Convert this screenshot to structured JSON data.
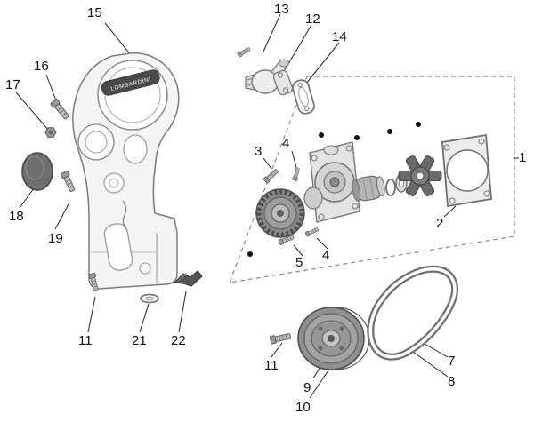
{
  "diagram": {
    "brand_label": "LOMBARDINI",
    "callouts": [
      {
        "label": "15"
      },
      {
        "label": "13"
      },
      {
        "label": "12"
      },
      {
        "label": "14"
      },
      {
        "label": "16"
      },
      {
        "label": "17"
      },
      {
        "label": "1"
      },
      {
        "label": "3"
      },
      {
        "label": "4"
      },
      {
        "label": "2"
      },
      {
        "label": "18"
      },
      {
        "label": "19"
      },
      {
        "label": "5"
      },
      {
        "label": "4"
      },
      {
        "label": "11"
      },
      {
        "label": "21"
      },
      {
        "label": "22"
      },
      {
        "label": "11"
      },
      {
        "label": "9"
      },
      {
        "label": "10"
      },
      {
        "label": "7"
      },
      {
        "label": "8"
      }
    ],
    "colors": {
      "line": "#555555",
      "part_fill": "#e9e9e9",
      "dark_fill": "#6e6e6e",
      "label_text": "#111111"
    }
  }
}
